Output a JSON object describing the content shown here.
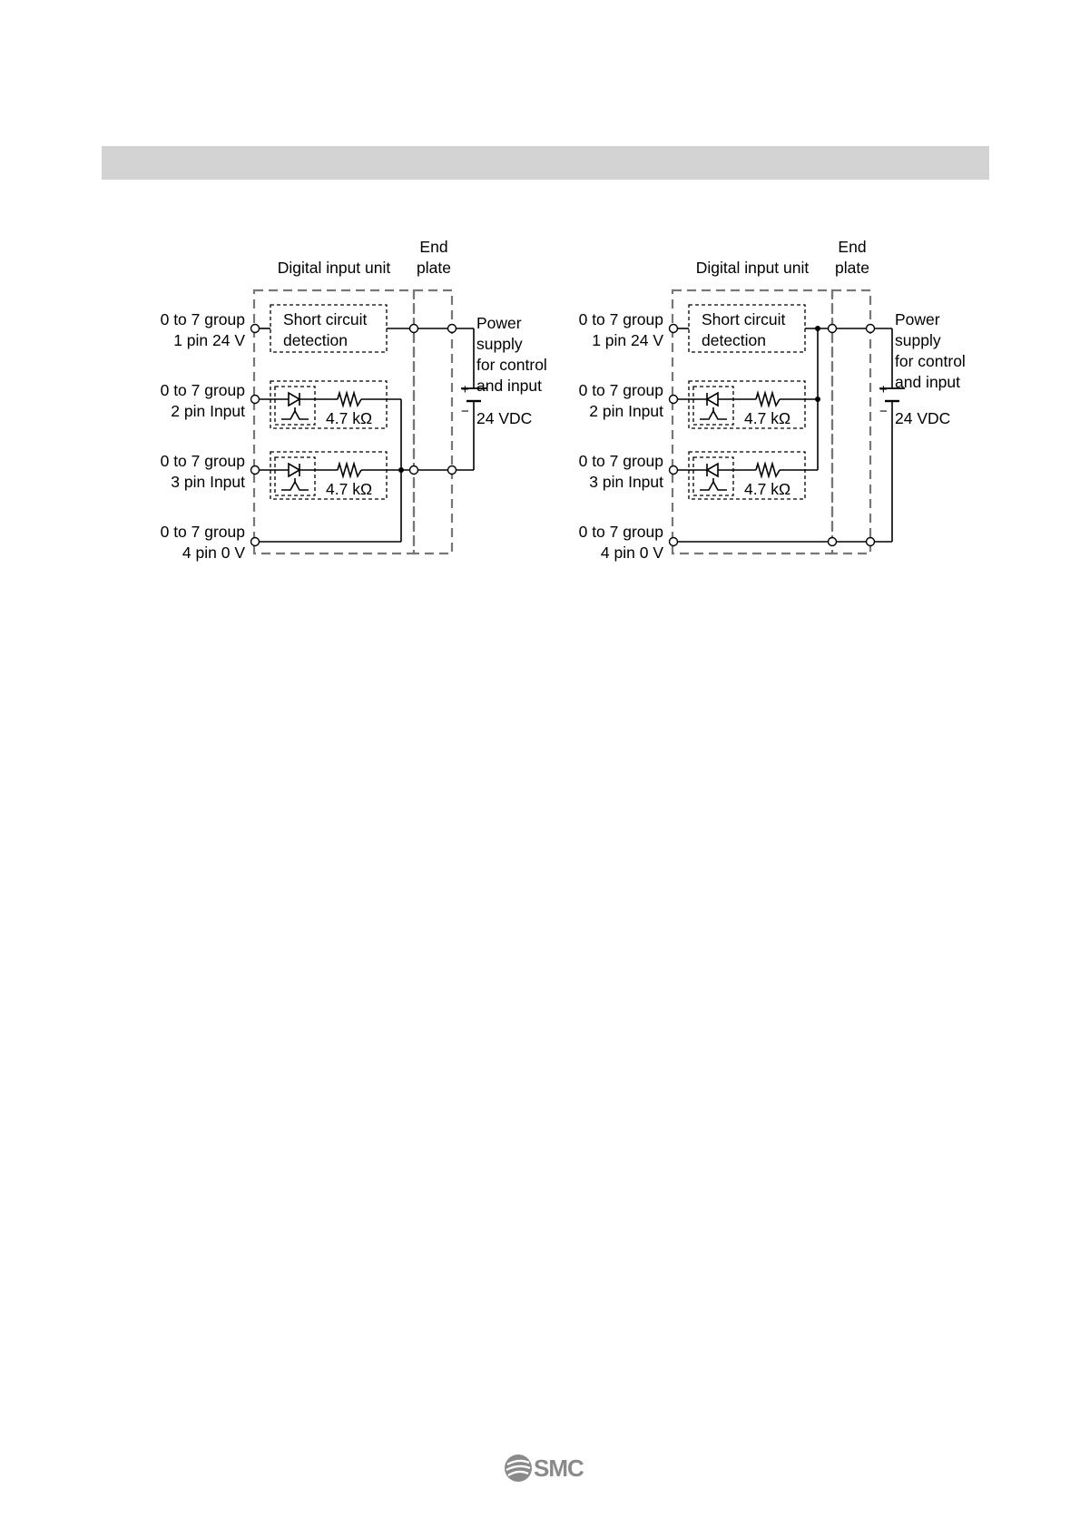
{
  "diagrams": [
    {
      "unit_label": "Digital input unit",
      "end_label": [
        "End",
        "plate"
      ],
      "short_circuit": [
        "Short circuit",
        "detection"
      ],
      "pins": [
        {
          "line1": "0 to 7 group",
          "line2": "1 pin 24 V"
        },
        {
          "line1": "0 to 7 group",
          "line2": "2 pin Input"
        },
        {
          "line1": "0 to 7 group",
          "line2": "3 pin Input"
        },
        {
          "line1": "0 to 7 group",
          "line2": "4 pin 0 V"
        }
      ],
      "resistors": [
        "4.7 kΩ",
        "4.7 kΩ"
      ],
      "power": [
        "Power",
        "supply",
        "for control",
        "and input"
      ],
      "voltage": "24 VDC",
      "plus": "+",
      "minus": "−"
    },
    {
      "unit_label": "Digital input unit",
      "end_label": [
        "End",
        "plate"
      ],
      "short_circuit": [
        "Short circuit",
        "detection"
      ],
      "pins": [
        {
          "line1": "0 to 7 group",
          "line2": "1 pin 24 V"
        },
        {
          "line1": "0 to 7 group",
          "line2": "2 pin Input"
        },
        {
          "line1": "0 to 7 group",
          "line2": "3 pin Input"
        },
        {
          "line1": "0 to 7 group",
          "line2": "4 pin 0 V"
        }
      ],
      "resistors": [
        "4.7 kΩ",
        "4.7 kΩ"
      ],
      "power": [
        "Power",
        "supply",
        "for control",
        "and input"
      ],
      "voltage": "24 VDC",
      "plus": "+",
      "minus": "−"
    }
  ],
  "logo": {
    "text": "SMC",
    "icon": "smc-logo-icon"
  }
}
